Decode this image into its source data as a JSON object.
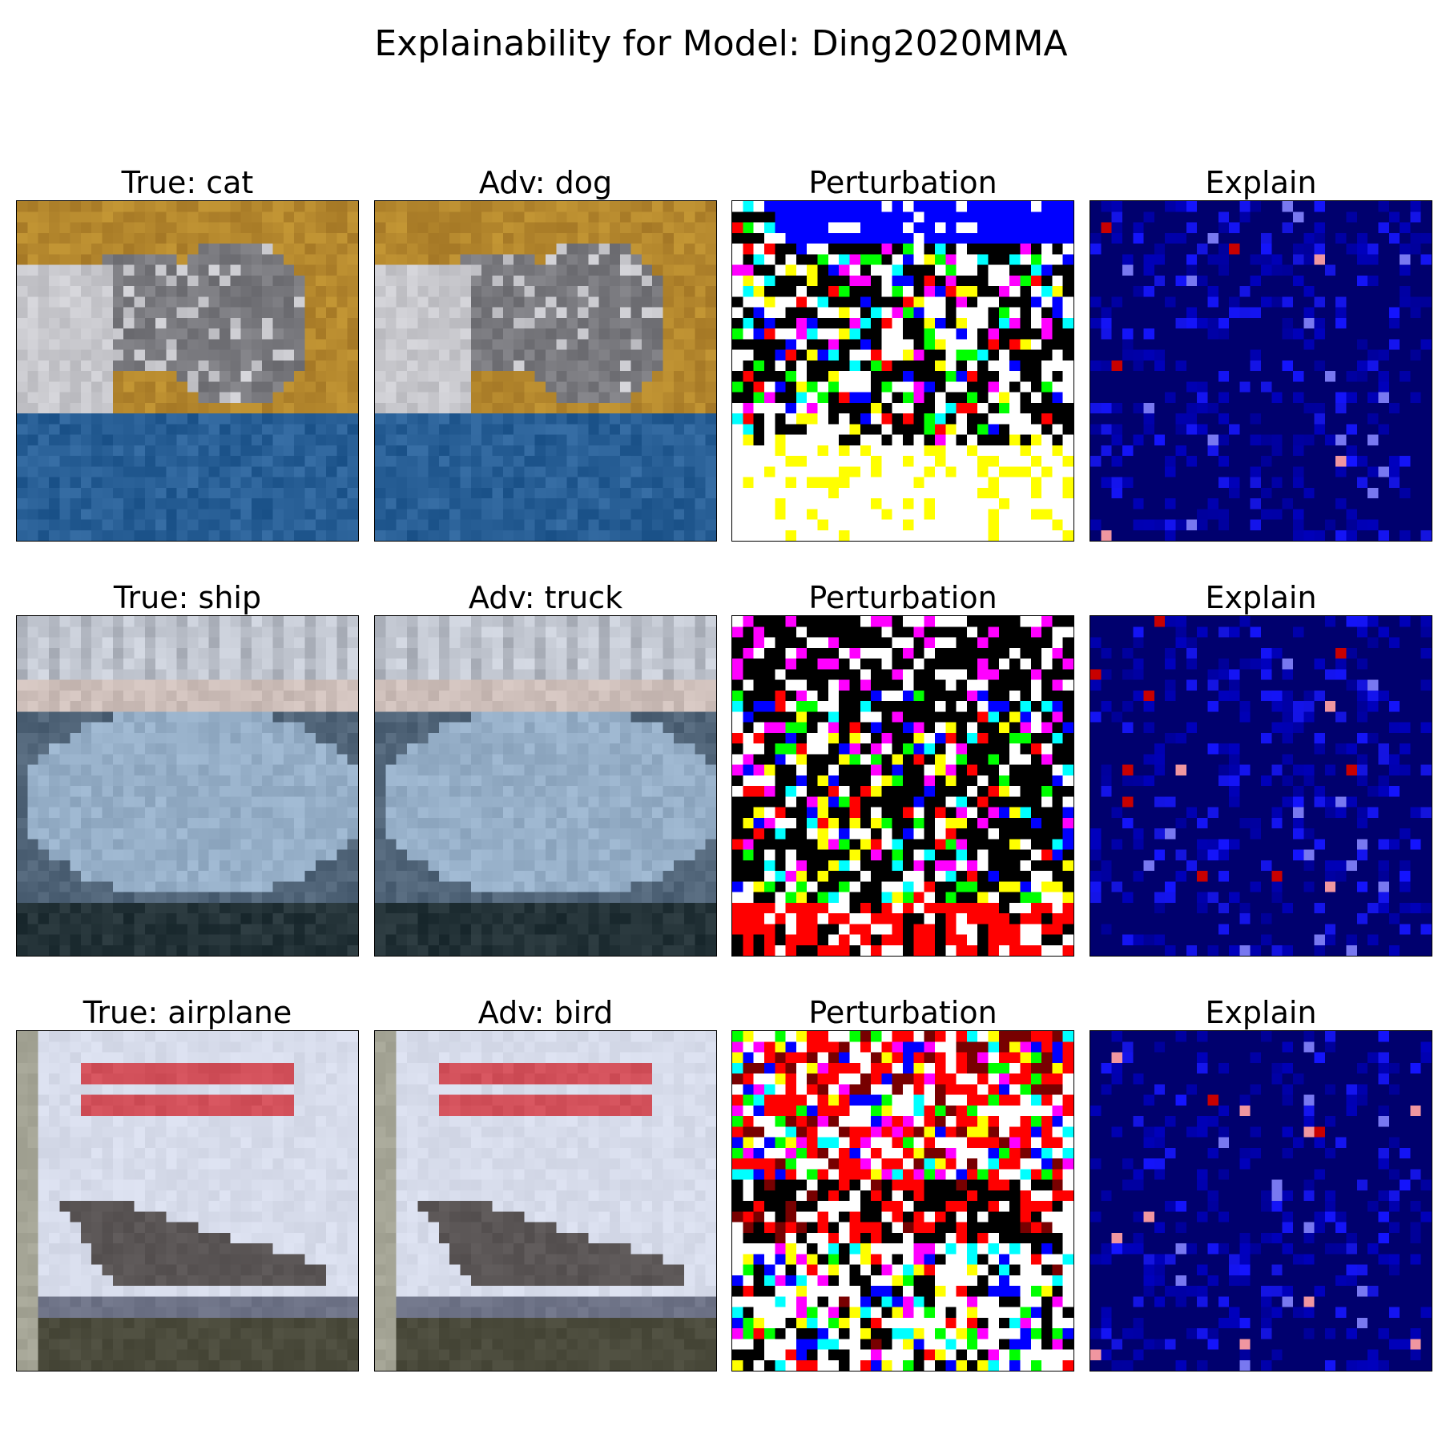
{
  "title": "Explainability for Model: Ding2020MMA",
  "colors": {
    "background": "#ffffff",
    "frame": "#000000",
    "explain_base": "#00006e"
  },
  "rows": [
    {
      "true_label": "True: cat",
      "adv_label": "Adv: dog",
      "perturbation_label": "Perturbation",
      "explain_label": "Explain",
      "image_content": "cat-photo",
      "perturbation_content": "colored-noise-mostly-black-white",
      "explain_content": "blue-heatmap-sparse-red"
    },
    {
      "true_label": "True: ship",
      "adv_label": "Adv: truck",
      "perturbation_label": "Perturbation",
      "explain_label": "Explain",
      "image_content": "ship-photo",
      "perturbation_content": "colored-noise-mostly-black-white",
      "explain_content": "blue-heatmap-sparse-red"
    },
    {
      "true_label": "True: airplane",
      "adv_label": "Adv: bird",
      "perturbation_label": "Perturbation",
      "explain_label": "Explain",
      "image_content": "airplane-photo",
      "perturbation_content": "colored-noise-red-heavy",
      "explain_content": "blue-heatmap-sparse-red"
    }
  ]
}
